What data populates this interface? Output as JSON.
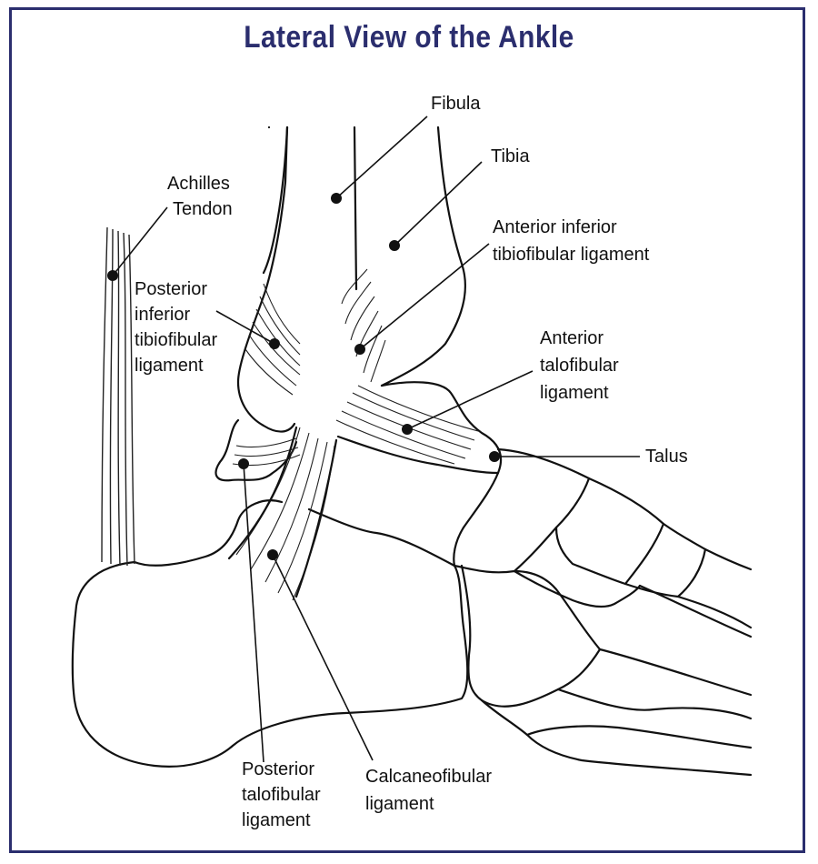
{
  "title": "Lateral View of the Ankle",
  "colors": {
    "border": "#2b2e6e",
    "title": "#2b2e6e",
    "line": "#111111"
  },
  "labels": {
    "fibula": [
      "Fibula"
    ],
    "tibia": [
      "Tibia"
    ],
    "achilles": [
      "Achilles",
      "Tendon"
    ],
    "aitfl": [
      "Anterior inferior",
      "tibiofibular ligament"
    ],
    "pitfl": [
      "Posterior",
      "inferior",
      "tibiofibular",
      "ligament"
    ],
    "atfl": [
      "Anterior",
      "talofibular",
      "ligament"
    ],
    "talus": [
      "Talus"
    ],
    "ptfl": [
      "Posterior",
      "talofibular",
      "ligament"
    ],
    "cfl": [
      "Calcaneofibular",
      "ligament"
    ]
  }
}
